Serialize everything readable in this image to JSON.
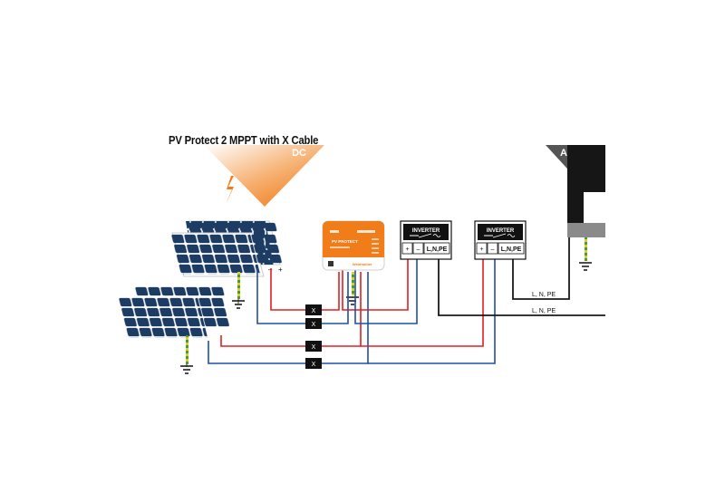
{
  "title": "PV Protect 2 MPPT with X Cable",
  "dc_label": "DC",
  "ac_label": "AC",
  "device": {
    "name": "PV PROTECT",
    "brand": "Weidmüller"
  },
  "inverters": [
    {
      "label": "INVERTER",
      "plus": "+",
      "minus": "–",
      "ac_terminal": "L,N,PE"
    },
    {
      "label": "INVERTER",
      "plus": "+",
      "minus": "–",
      "ac_terminal": "L,N,PE"
    }
  ],
  "ac_lines": [
    "L, N, PE",
    "L, N, PE"
  ],
  "polarity": {
    "minus": "–",
    "plus": "+"
  },
  "x_connector_label": "X",
  "colors": {
    "orange": "#f07d1a",
    "panel_blue": "#1d3c63",
    "cable_red": "#e02020",
    "cable_blue": "#1f4fa8",
    "cable_black": "#1a1a1a",
    "ground_yellow": "#d7cf2a",
    "ground_green": "#4a9a3a"
  }
}
